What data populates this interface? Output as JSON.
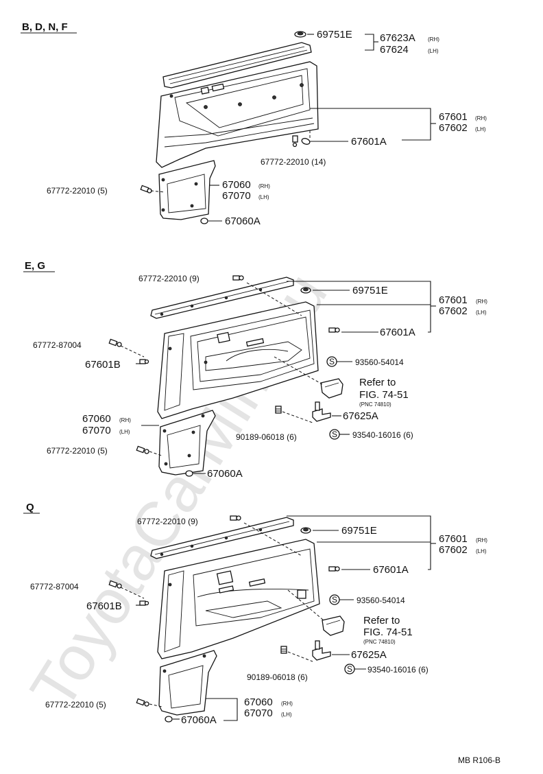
{
  "watermark": "ToyotaCarMine.ru",
  "footer_code": "MB R106-B",
  "sections": [
    {
      "id": "bdnf",
      "title": "B, D, N, F",
      "labels": {
        "l69751e": "69751E",
        "l67623a": "67623A",
        "l67623a_sub": "(RH)",
        "l67624": "67624",
        "l67624_sub": "(LH)",
        "l67601": "67601",
        "l67601_sub": "(RH)",
        "l67602": "67602",
        "l67602_sub": "(LH)",
        "l67601a": "67601A",
        "l67772_14": "67772-22010 (14)",
        "l67772_5": "67772-22010 (5)",
        "l67060": "67060",
        "l67060_sub": "(RH)",
        "l67070": "67070",
        "l67070_sub": "(LH)",
        "l67060a": "67060A"
      }
    },
    {
      "id": "eg",
      "title": "E, G",
      "labels": {
        "l67772_9": "67772-22010 (9)",
        "l69751e": "69751E",
        "l67601": "67601",
        "l67601_sub": "(RH)",
        "l67602": "67602",
        "l67602_sub": "(LH)",
        "l67601a": "67601A",
        "l67772_87004": "67772-87004",
        "l67601b": "67601B",
        "l93560": "93560-54014",
        "refer1": "Refer to",
        "refer2": "FIG. 74-51",
        "refer3": "(PNC 74810)",
        "l67060": "67060",
        "l67060_sub": "(RH)",
        "l67070": "67070",
        "l67070_sub": "(LH)",
        "l67625a": "67625A",
        "l90189": "90189-06018 (6)",
        "l93540": "93540-16016 (6)",
        "l67772_5": "67772-22010 (5)",
        "l67060a": "67060A",
        "s_glyph": "S"
      }
    },
    {
      "id": "q",
      "title": "Q",
      "labels": {
        "l67772_9": "67772-22010 (9)",
        "l69751e": "69751E",
        "l67601": "67601",
        "l67601_sub": "(RH)",
        "l67602": "67602",
        "l67602_sub": "(LH)",
        "l67601a": "67601A",
        "l67772_87004": "67772-87004",
        "l67601b": "67601B",
        "l93560": "93560-54014",
        "refer1": "Refer to",
        "refer2": "FIG. 74-51",
        "refer3": "(PNC 74810)",
        "l67625a": "67625A",
        "l90189": "90189-06018 (6)",
        "l93540": "93540-16016 (6)",
        "l67772_5": "67772-22010 (5)",
        "l67060": "67060",
        "l67060_sub": "(RH)",
        "l67070": "67070",
        "l67070_sub": "(LH)",
        "l67060a": "67060A",
        "s_glyph": "S"
      }
    }
  ]
}
